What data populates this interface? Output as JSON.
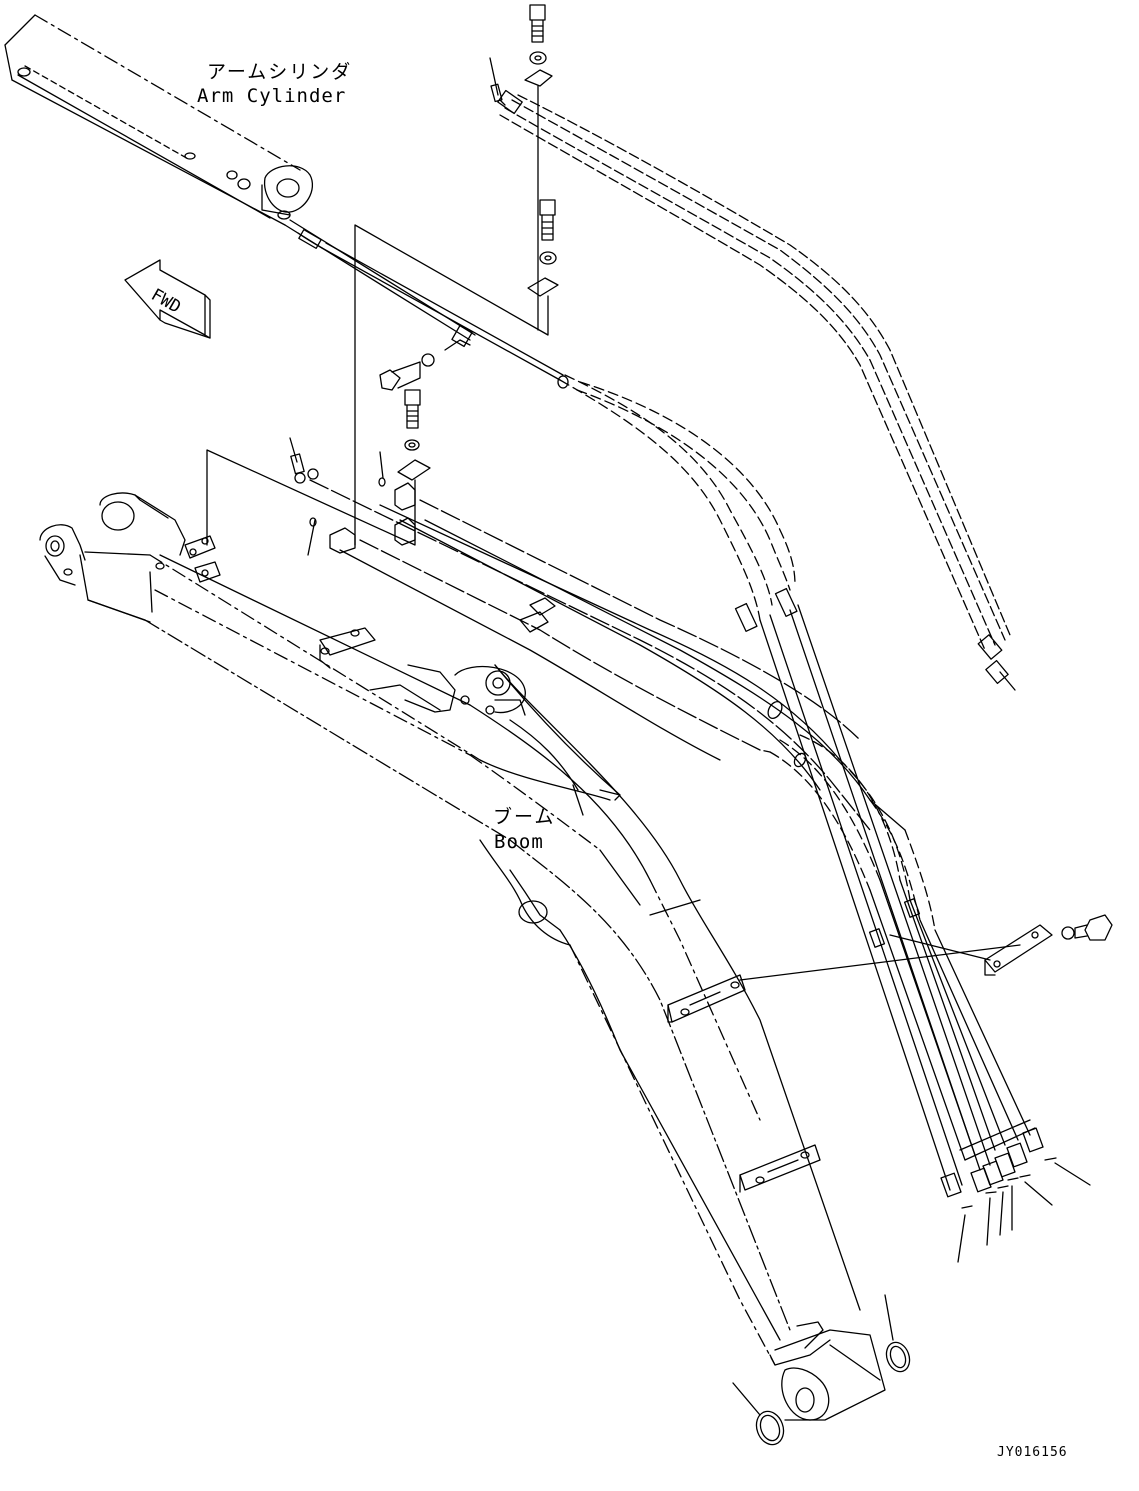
{
  "labels": {
    "arm_cylinder_jp": "アームシリンダ",
    "arm_cylinder_en": "Arm Cylinder",
    "boom_jp": "ブーム",
    "boom_en": "Boom",
    "fwd": "FWD",
    "drawing_code": "JY016156"
  },
  "colors": {
    "line": "#000000",
    "background": "#ffffff"
  }
}
